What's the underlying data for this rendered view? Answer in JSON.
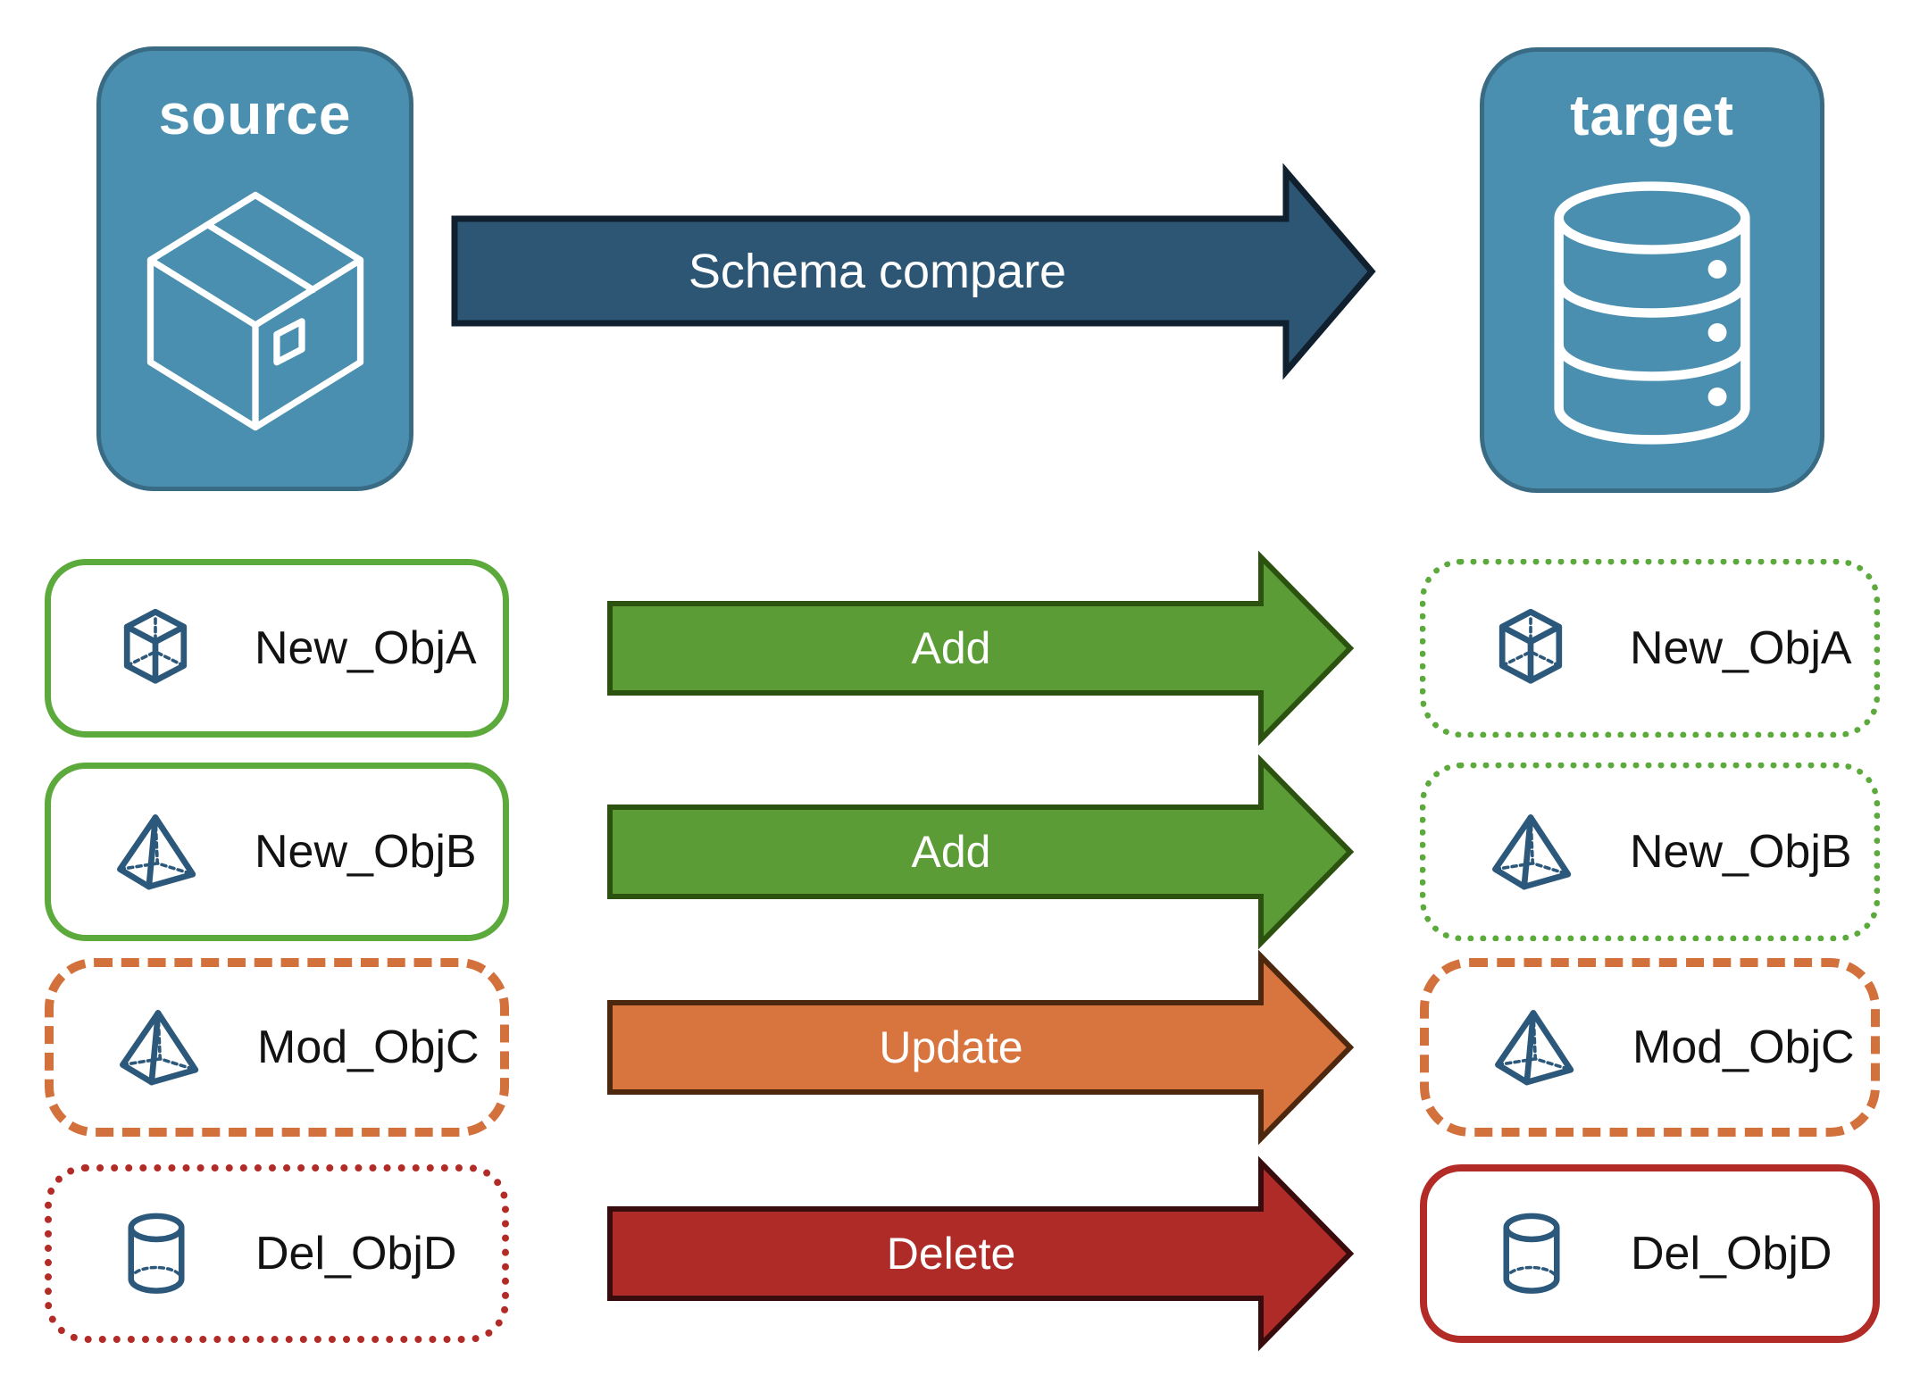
{
  "nodes": {
    "source": {
      "label": "source",
      "icon": "package-icon"
    },
    "target": {
      "label": "target",
      "icon": "database-icon"
    }
  },
  "compare": {
    "label": "Schema compare"
  },
  "rows": [
    {
      "object": "New_ObjA",
      "action": "Add",
      "icon": "cube-icon",
      "left_border": "green-solid",
      "right_border": "green-dotted"
    },
    {
      "object": "New_ObjB",
      "action": "Add",
      "icon": "pyramid-icon",
      "left_border": "green-solid",
      "right_border": "green-dotted"
    },
    {
      "object": "Mod_ObjC",
      "action": "Update",
      "icon": "pyramid-icon",
      "left_border": "orange-dashed",
      "right_border": "orange-dashed"
    },
    {
      "object": "Del_ObjD",
      "action": "Delete",
      "icon": "cylinder-icon",
      "left_border": "red-dotted",
      "right_border": "red-solid"
    }
  ],
  "colors": {
    "node-fill": "#4A8FB0",
    "node-border": "#3A6B84",
    "compare-fill": "#2D5674",
    "compare-stroke": "#10202E",
    "add-fill": "#5B9C37",
    "add-stroke": "#2B520F",
    "update-fill": "#D8743D",
    "update-stroke": "#4E280E",
    "delete-fill": "#AF2B28",
    "delete-stroke": "#380C0C",
    "green-border": "#5CA93C",
    "orange-border": "#D3713C",
    "red-border": "#B22B27",
    "icon-blue": "#2C597B",
    "label-ink": "#121212"
  }
}
